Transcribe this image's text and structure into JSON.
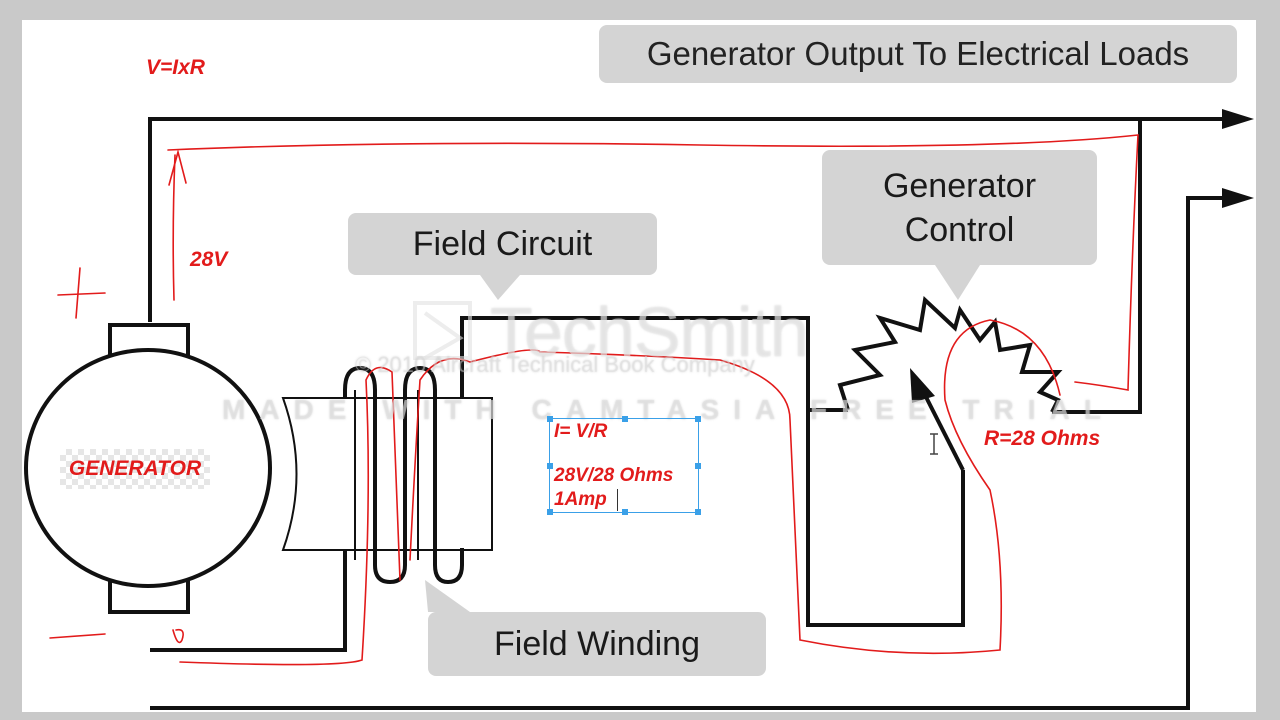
{
  "diagram": {
    "title": "Generator Output To Electrical Loads",
    "callouts": {
      "field_circuit": "Field Circuit",
      "generator_control_line1": "Generator",
      "generator_control_line2": "Control",
      "field_winding": "Field Winding"
    },
    "components": {
      "generator_label": "GENERATOR"
    }
  },
  "annotations": {
    "formula": "V=IxR",
    "voltage": "28V",
    "resistance": "R=28 Ohms",
    "calculation": {
      "line1": "I= V/R",
      "line2": "28V/28 Ohms",
      "line3": "1Amp"
    }
  },
  "watermark": {
    "brand": "TechSmith",
    "caption": "MADE WITH CAMTASIA FREE TRIAL",
    "copyright": "© 2010 Aircraft Technical Book Company"
  },
  "colors": {
    "annotation_red": "#e21b1b",
    "selection_blue": "#3aa0e8",
    "callout_gray": "#d4d4d4",
    "wire_black": "#111111"
  }
}
